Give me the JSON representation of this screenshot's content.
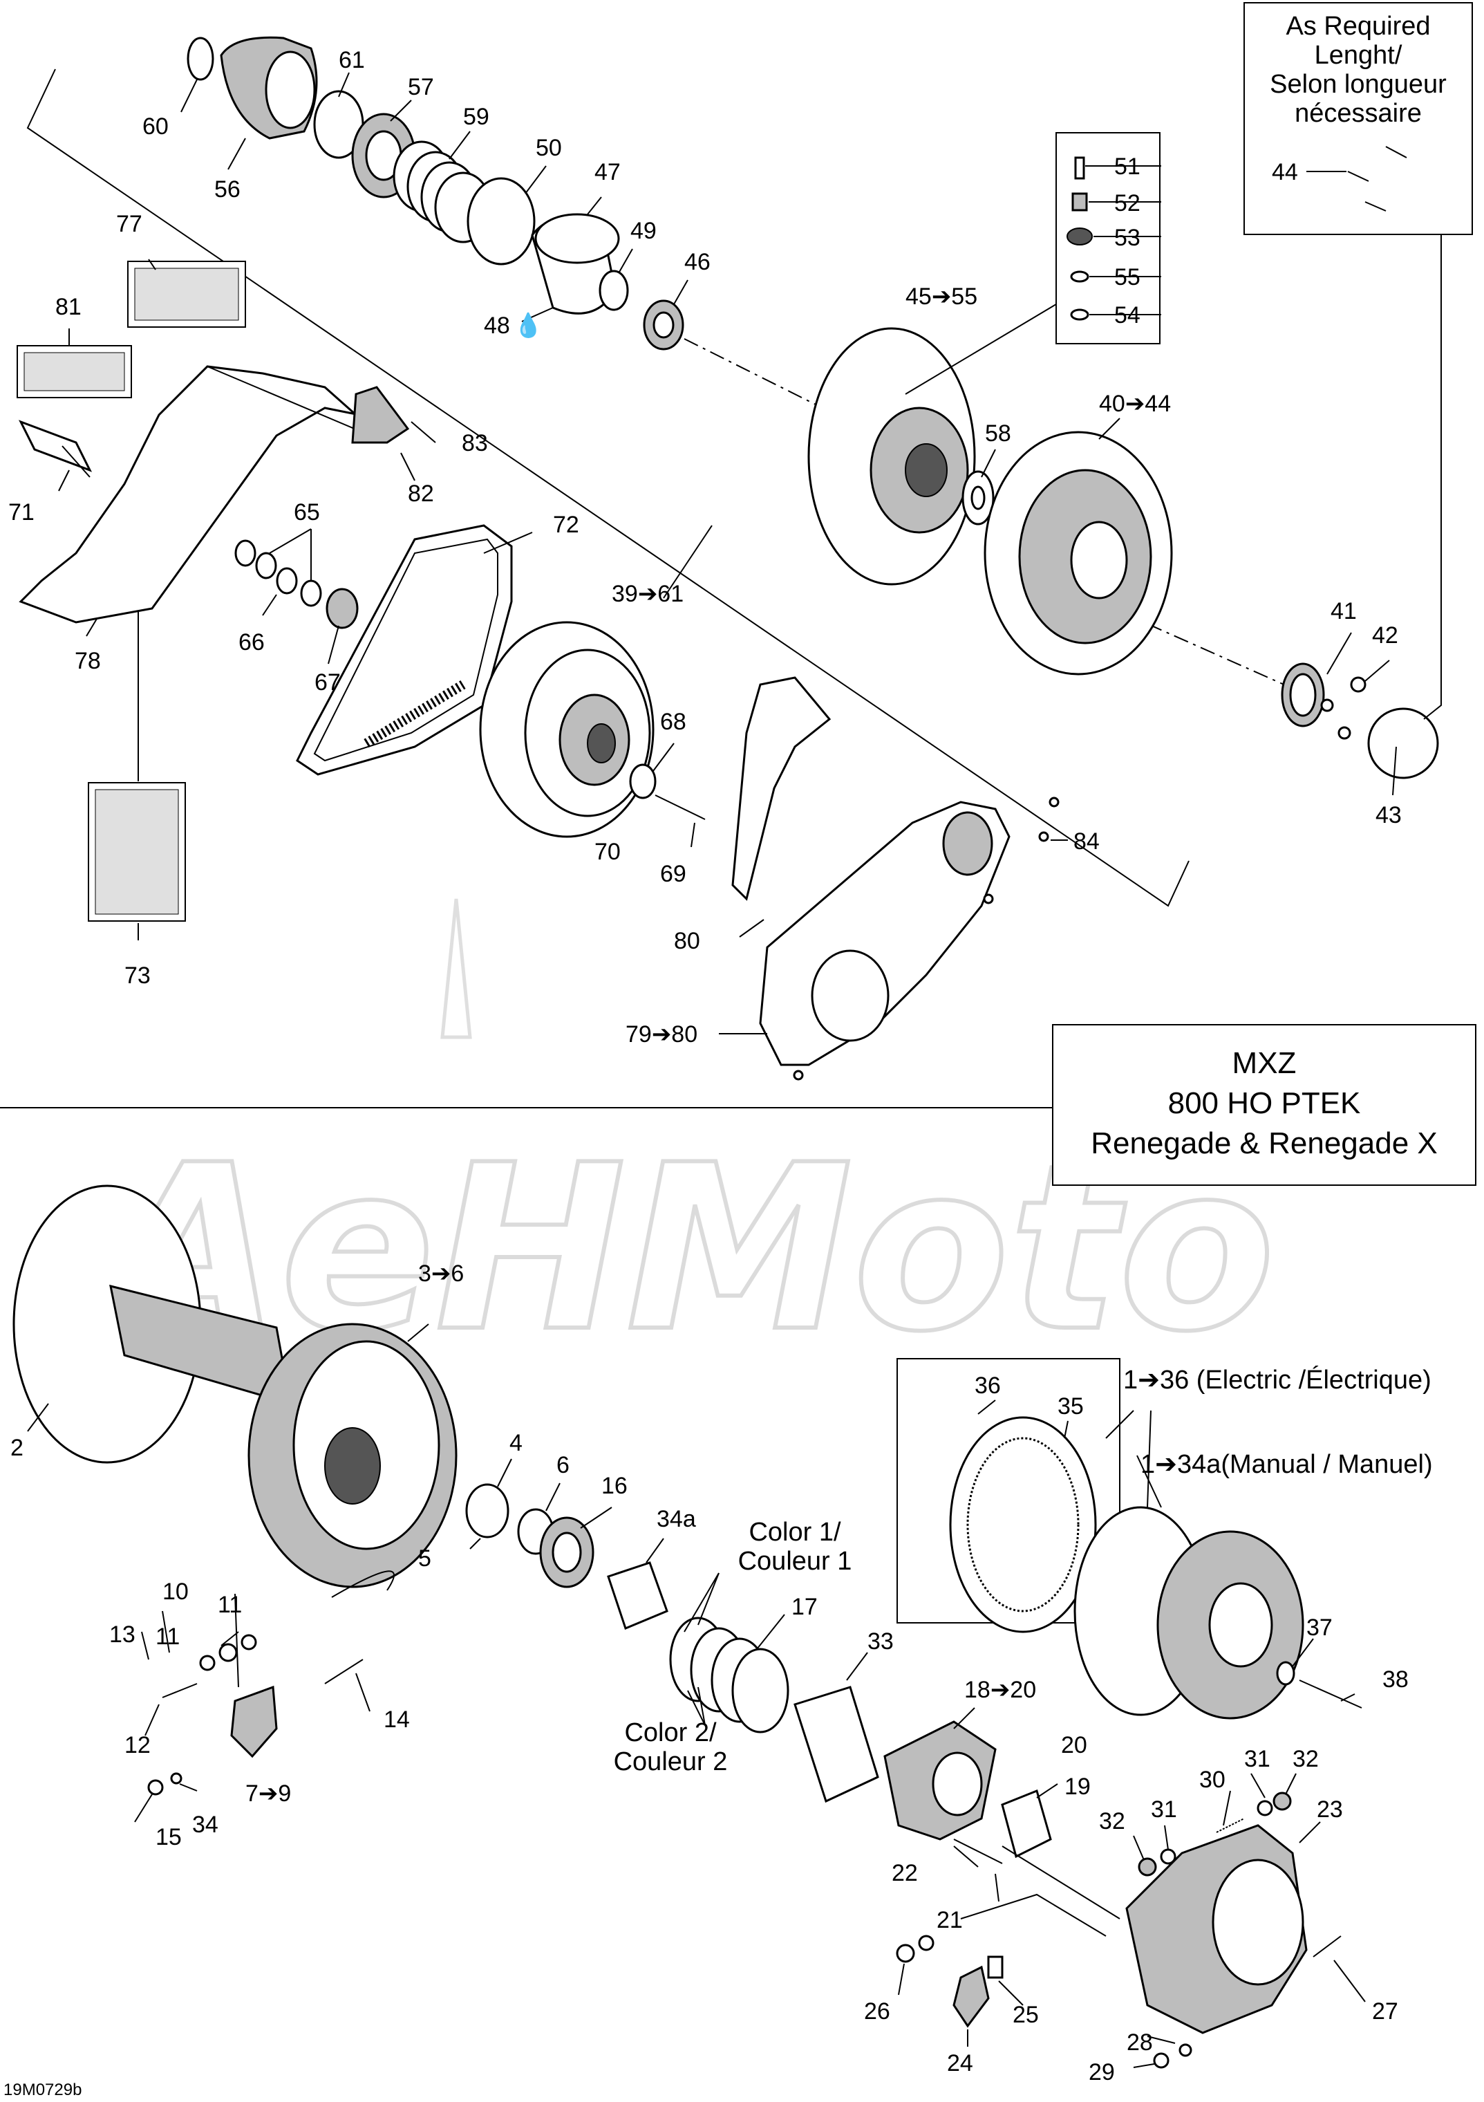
{
  "drawing_code": "19M0729b",
  "model_box": {
    "line1": "MXZ",
    "line2": "800 HO PTEK",
    "line3": "Renegade & Renegade X"
  },
  "length_box": {
    "line1": "As Required",
    "line2": "Lenght/",
    "line3": "Selon longueur",
    "line4": "nécessaire"
  },
  "notes": {
    "electric": "1➔36 (Electric /Électrique)",
    "manual": "1➔34a(Manual / Manuel)",
    "color1_a": "Color 1/",
    "color1_b": "Couleur 1",
    "color2_a": "Color 2/",
    "color2_b": "Couleur 2"
  },
  "labels": {
    "l60": "60",
    "l61": "61",
    "l57": "57",
    "l59": "59",
    "l56": "56",
    "l50": "50",
    "l47": "47",
    "l49": "49",
    "l46": "46",
    "l48": "48",
    "l77": "77",
    "l81": "81",
    "l83": "83",
    "l82": "82",
    "l71": "71",
    "l65": "65",
    "l72": "72",
    "l66": "66",
    "l67": "67",
    "l78": "78",
    "l45": "45➔55",
    "l51": "51",
    "l52": "52",
    "l53": "53",
    "l55": "55",
    "l54": "54",
    "l44": "44",
    "l40": "40➔44",
    "l58": "58",
    "l39": "39➔61",
    "l41": "41",
    "l42": "42",
    "l43": "43",
    "l68": "68",
    "l70": "70",
    "l69": "69",
    "l84": "84",
    "l80": "80",
    "l79": "79➔80",
    "l73": "73",
    "l3": "3➔6",
    "l2": "2",
    "l4": "4",
    "l6": "6",
    "l16": "16",
    "l34a": "34a",
    "l5": "5",
    "l10": "10",
    "l11a": "11",
    "l11b": "11",
    "l13": "13",
    "l12": "12",
    "l14": "14",
    "l15": "15",
    "l34": "34",
    "l7": "7➔9",
    "l17": "17",
    "l33": "33",
    "l18": "18➔20",
    "l20": "20",
    "l19": "19",
    "l22": "22",
    "l21": "21",
    "l36": "36",
    "l35": "35",
    "l37": "37",
    "l38": "38",
    "l30": "30",
    "l31a": "31",
    "l31b": "31",
    "l32a": "32",
    "l32b": "32",
    "l23": "23",
    "l26": "26",
    "l24": "24",
    "l25": "25",
    "l27": "27",
    "l28": "28",
    "l29": "29"
  }
}
